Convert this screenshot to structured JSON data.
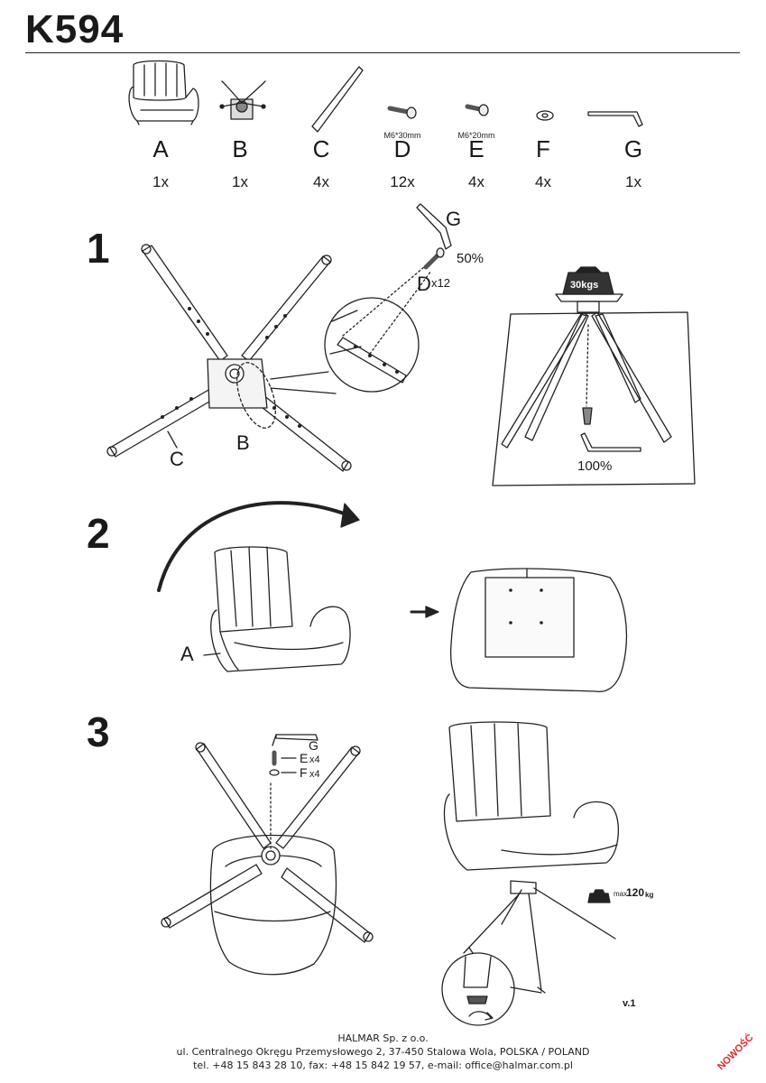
{
  "title": "K594",
  "parts": [
    {
      "letter": "A",
      "qty": "1x",
      "spec": ""
    },
    {
      "letter": "B",
      "qty": "1x",
      "spec": ""
    },
    {
      "letter": "C",
      "qty": "4x",
      "spec": ""
    },
    {
      "letter": "D",
      "qty": "12x",
      "spec": "M6*30mm"
    },
    {
      "letter": "E",
      "qty": "4x",
      "spec": "M6*20mm"
    },
    {
      "letter": "F",
      "qty": "4x",
      "spec": ""
    },
    {
      "letter": "G",
      "qty": "1x",
      "spec": ""
    }
  ],
  "step1": {
    "number": "1",
    "label_g": "G",
    "torque": "50%",
    "label_d": "D",
    "count_d": "x12",
    "label_c": "C",
    "label_b": "B",
    "weight": "30kgs",
    "torque_full": "100%"
  },
  "step2": {
    "number": "2",
    "label_a": "A"
  },
  "step3": {
    "number": "3",
    "label_g": "G",
    "label_e": "E",
    "count_e": "x4",
    "label_f": "F",
    "count_f": "x4",
    "max_prefix": "max.",
    "max_value": "120",
    "max_unit": "kg"
  },
  "version": "v.1",
  "footer": {
    "company": "HALMAR Sp. z o.o.",
    "address": "ul. Centralnego Okręgu Przemysłowego 2, 37-450 Stalowa Wola, POLSKA / POLAND",
    "contact": "tel. +48 15 843 28 10, fax: +48 15 842 19 57, e-mail: office@halmar.com.pl"
  },
  "stamp": "NOWOŚĆ"
}
